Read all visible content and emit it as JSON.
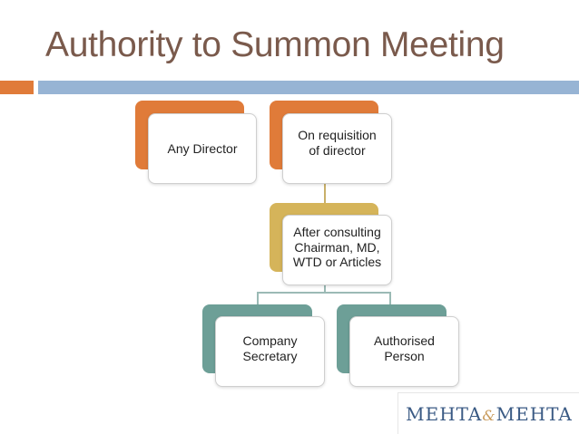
{
  "title": "Authority to Summon Meeting",
  "boxes": {
    "any_director": "Any Director",
    "on_requisition": "On requisition\nof director",
    "after_consulting": "After consulting\nChairman, MD,\nWTD or Articles",
    "company_secretary": "Company\nSecretary",
    "authorised_person": "Authorised\nPerson"
  },
  "logo": {
    "text": "MEHTA&MEHTA"
  },
  "colors": {
    "title": "#7a5a4c",
    "accent_orange": "#e07b39",
    "accent_blue": "#97b4d4",
    "box_orange": "#e07b39",
    "box_gold": "#d5b45a",
    "box_teal": "#6d9f97"
  }
}
